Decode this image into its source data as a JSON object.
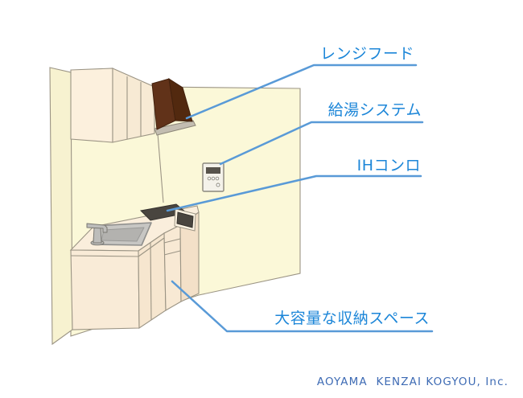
{
  "diagram": {
    "title_context": "kitchen-features-callout-diagram",
    "labels": [
      {
        "id": "range-hood",
        "text": "レンジフード"
      },
      {
        "id": "water-heater",
        "text": "給湯システム"
      },
      {
        "id": "ih-cooktop",
        "text": "IHコンロ"
      },
      {
        "id": "storage",
        "text": "大容量な収納スペース"
      }
    ],
    "footer": "AOYAMA  KENZAI KOGYOU, Inc."
  },
  "colors": {
    "label_text": "#1C86D8",
    "callout_line": "#599AD7",
    "footer_text": "#3E6BB4",
    "outline": "#9B9484",
    "wall_back": "#FBF8D8",
    "wall_left": "#F7F2D0",
    "cabinet_front": "#FCF0DD",
    "cabinet_side": "#F7EAD4",
    "counter_top": "#FAEEDC",
    "counter_front": "#F9EBD7",
    "counter_mid": "#F6E6CF",
    "counter_drawer": "#F8E9D4",
    "counter_end": "#F3E0C8",
    "hood_left": "#613219",
    "hood_right": "#52290F",
    "hood_rim": "#C3BDB1",
    "cooktop": "#49453F",
    "sink_rim": "#C7C6C3",
    "sink_basin": "#B3B2AF",
    "panel_body": "#F4F2EA",
    "panel_screen": "#57534B"
  }
}
